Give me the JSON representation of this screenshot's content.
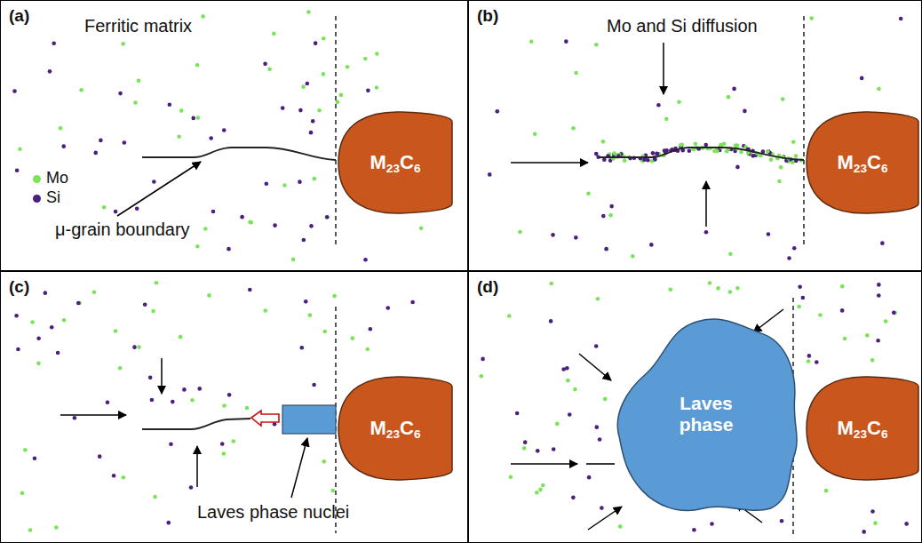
{
  "diagram": {
    "nodes": [
      {
        "text": [
          "(a)"
        ]
      },
      {
        "text": [
          "M23C6"
        ],
        "in": 0
      },
      {
        "text": [
          "(b)"
        ]
      },
      {
        "text": [
          "M23C6"
        ],
        "in": 2
      },
      {
        "text": [
          "(c)"
        ]
      },
      {
        "text": [
          "M23C6"
        ],
        "in": 4
      },
      {
        "text": [
          "(d)"
        ]
      },
      {
        "text": [
          "Laves phase"
        ],
        "in": 6
      },
      {
        "text": [
          "M23C6"
        ],
        "in": 6
      }
    ],
    "labels": [
      "Ferritic matrix",
      "μ-grain boundary",
      "Mo and Si diffusion",
      "Laves phase nuclei"
    ],
    "legend": [
      {
        "text": "Mo",
        "color": "#7be35a"
      },
      {
        "text": "Si",
        "color": "#4a1f7e"
      }
    ]
  }
}
